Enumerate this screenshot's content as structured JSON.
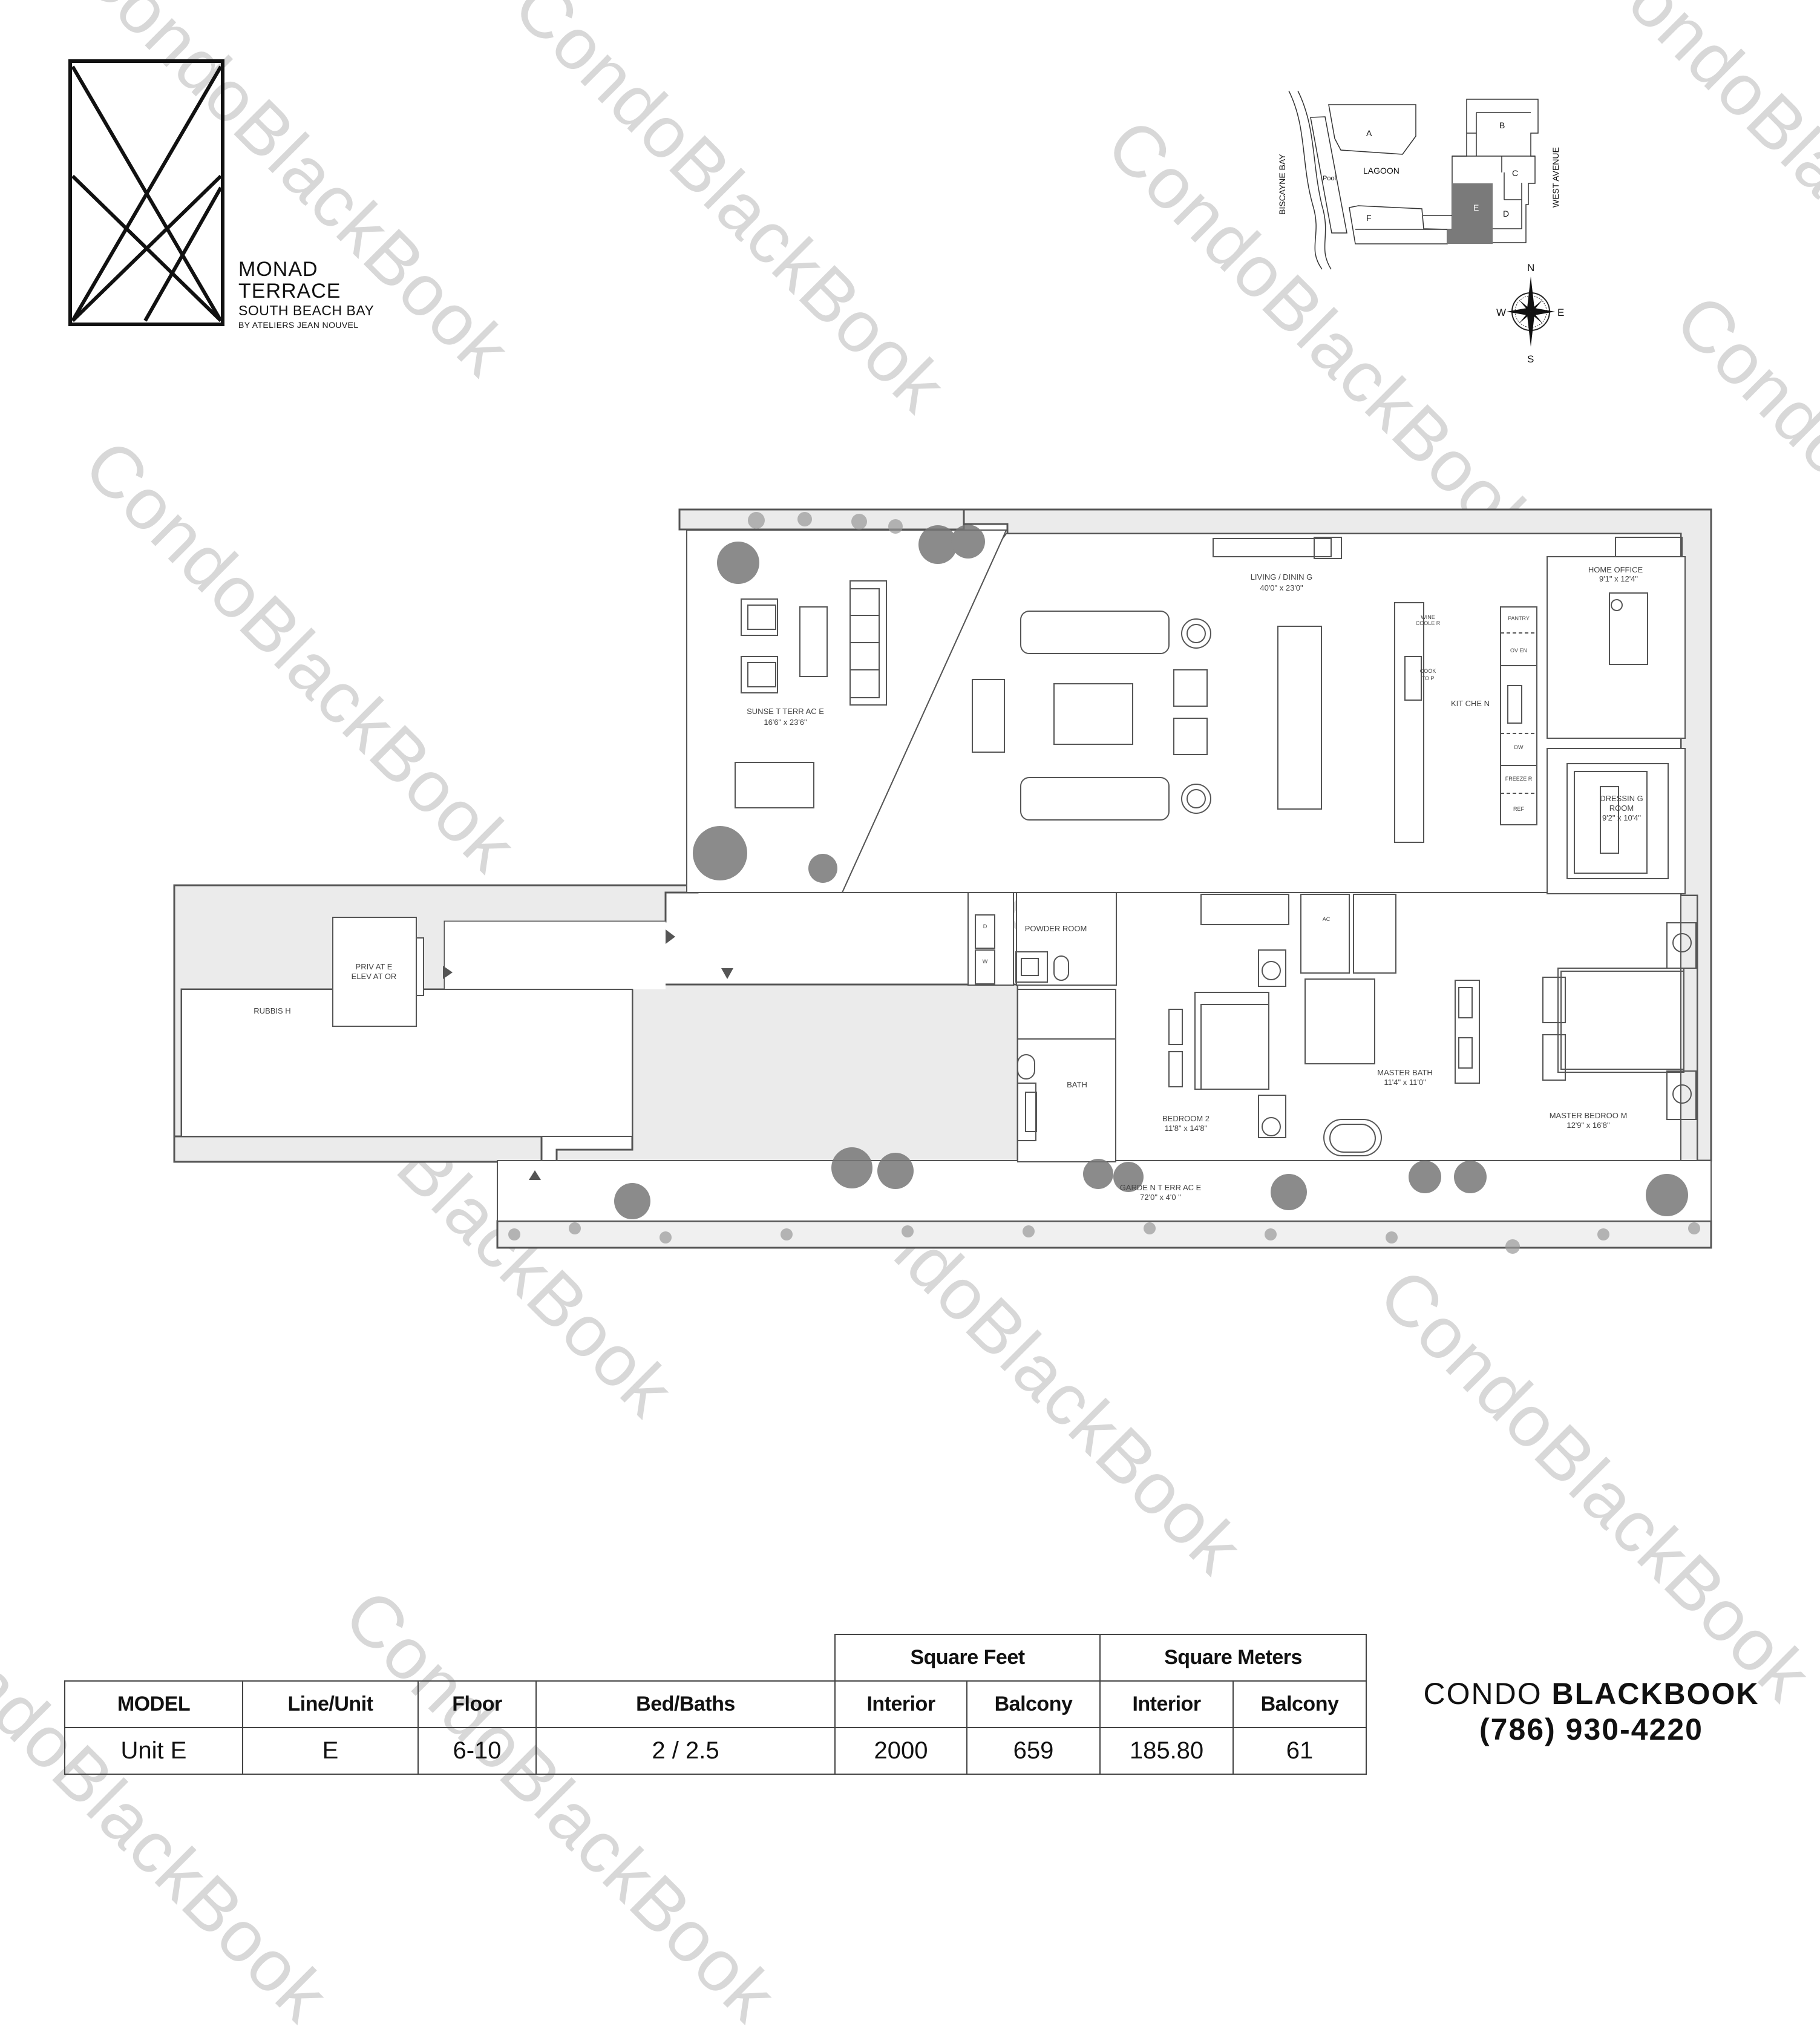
{
  "brand": {
    "name_line1": "MONAD",
    "name_line2": "TERRACE",
    "subtitle": "SOUTH BEACH BAY",
    "architect": "BY ATELIERS JEAN NOUVEL"
  },
  "site_map": {
    "water_label": "BISCAYNE BAY",
    "street_label": "WEST AVENUE",
    "pool_label": "Pool",
    "lagoon_label": "LAGOON",
    "buildings": [
      "A",
      "B",
      "C",
      "D",
      "E",
      "F"
    ],
    "highlighted_building": "E",
    "highlight_color": "#7a7a7a",
    "compass": {
      "n": "N",
      "s": "S",
      "e": "E",
      "w": "W"
    }
  },
  "floor_plan": {
    "rooms": {
      "sunset_terrace": {
        "name": "SUNSE T TERR AC E",
        "dims": "16'6\" x 23'6\""
      },
      "living_dining": {
        "name": "LIVING / DININ G",
        "dims": "40'0\" x 23'0\""
      },
      "kitchen": {
        "name": "KIT CHE N"
      },
      "home_office": {
        "name": "HOME OFFICE",
        "dims": "9'1\" x 12'4\""
      },
      "dressing_room": {
        "name_1": "DRESSIN G",
        "name_2": "ROOM",
        "dims": "9'2\" x 10'4\""
      },
      "private_elevator": {
        "name_1": "PRIV AT E",
        "name_2": "ELEV AT OR"
      },
      "rubbish": {
        "name": "RUBBIS H"
      },
      "powder_room": {
        "name": "POWDER ROOM"
      },
      "bath": {
        "name": "BATH"
      },
      "bedroom_2": {
        "name": "BEDROOM 2",
        "dims": "11'8\" x 14'8\""
      },
      "master_bath": {
        "name": "MASTER BATH",
        "dims": "11'4\" x 11'0\""
      },
      "master_bedroom": {
        "name": "MASTER BEDROO M",
        "dims": "12'9\" x 16'8\""
      },
      "garden_terrace": {
        "name": "GARDE N T ERR AC E",
        "dims": "72'0\" x 4'0 \""
      }
    },
    "fixtures": {
      "wine_cooler_1": "WINE",
      "wine_cooler_2": "COOLE R",
      "cooktop_1": "COOK",
      "cooktop_2": "TO P",
      "pantry": "PANTRY",
      "oven": "OV EN",
      "dw": "DW",
      "freezer": "FREEZE R",
      "ref": "REF",
      "ac": "AC",
      "dryer": "D",
      "washer": "W"
    }
  },
  "specs_table": {
    "group_headers": {
      "sqft": "Square Feet",
      "sqm": "Square Meters"
    },
    "columns": [
      "MODEL",
      "Line/Unit",
      "Floor",
      "Bed/Baths",
      "Interior",
      "Balcony",
      "Interior",
      "Balcony"
    ],
    "row": [
      "Unit E",
      "E",
      "6-10",
      "2 / 2.5",
      "2000",
      "659",
      "185.80",
      "61"
    ]
  },
  "contact": {
    "brand_light": "CONDO",
    "brand_bold": "BLACKBOOK",
    "phone": "(786) 930-4220"
  },
  "watermark": "CondoBlackBook"
}
